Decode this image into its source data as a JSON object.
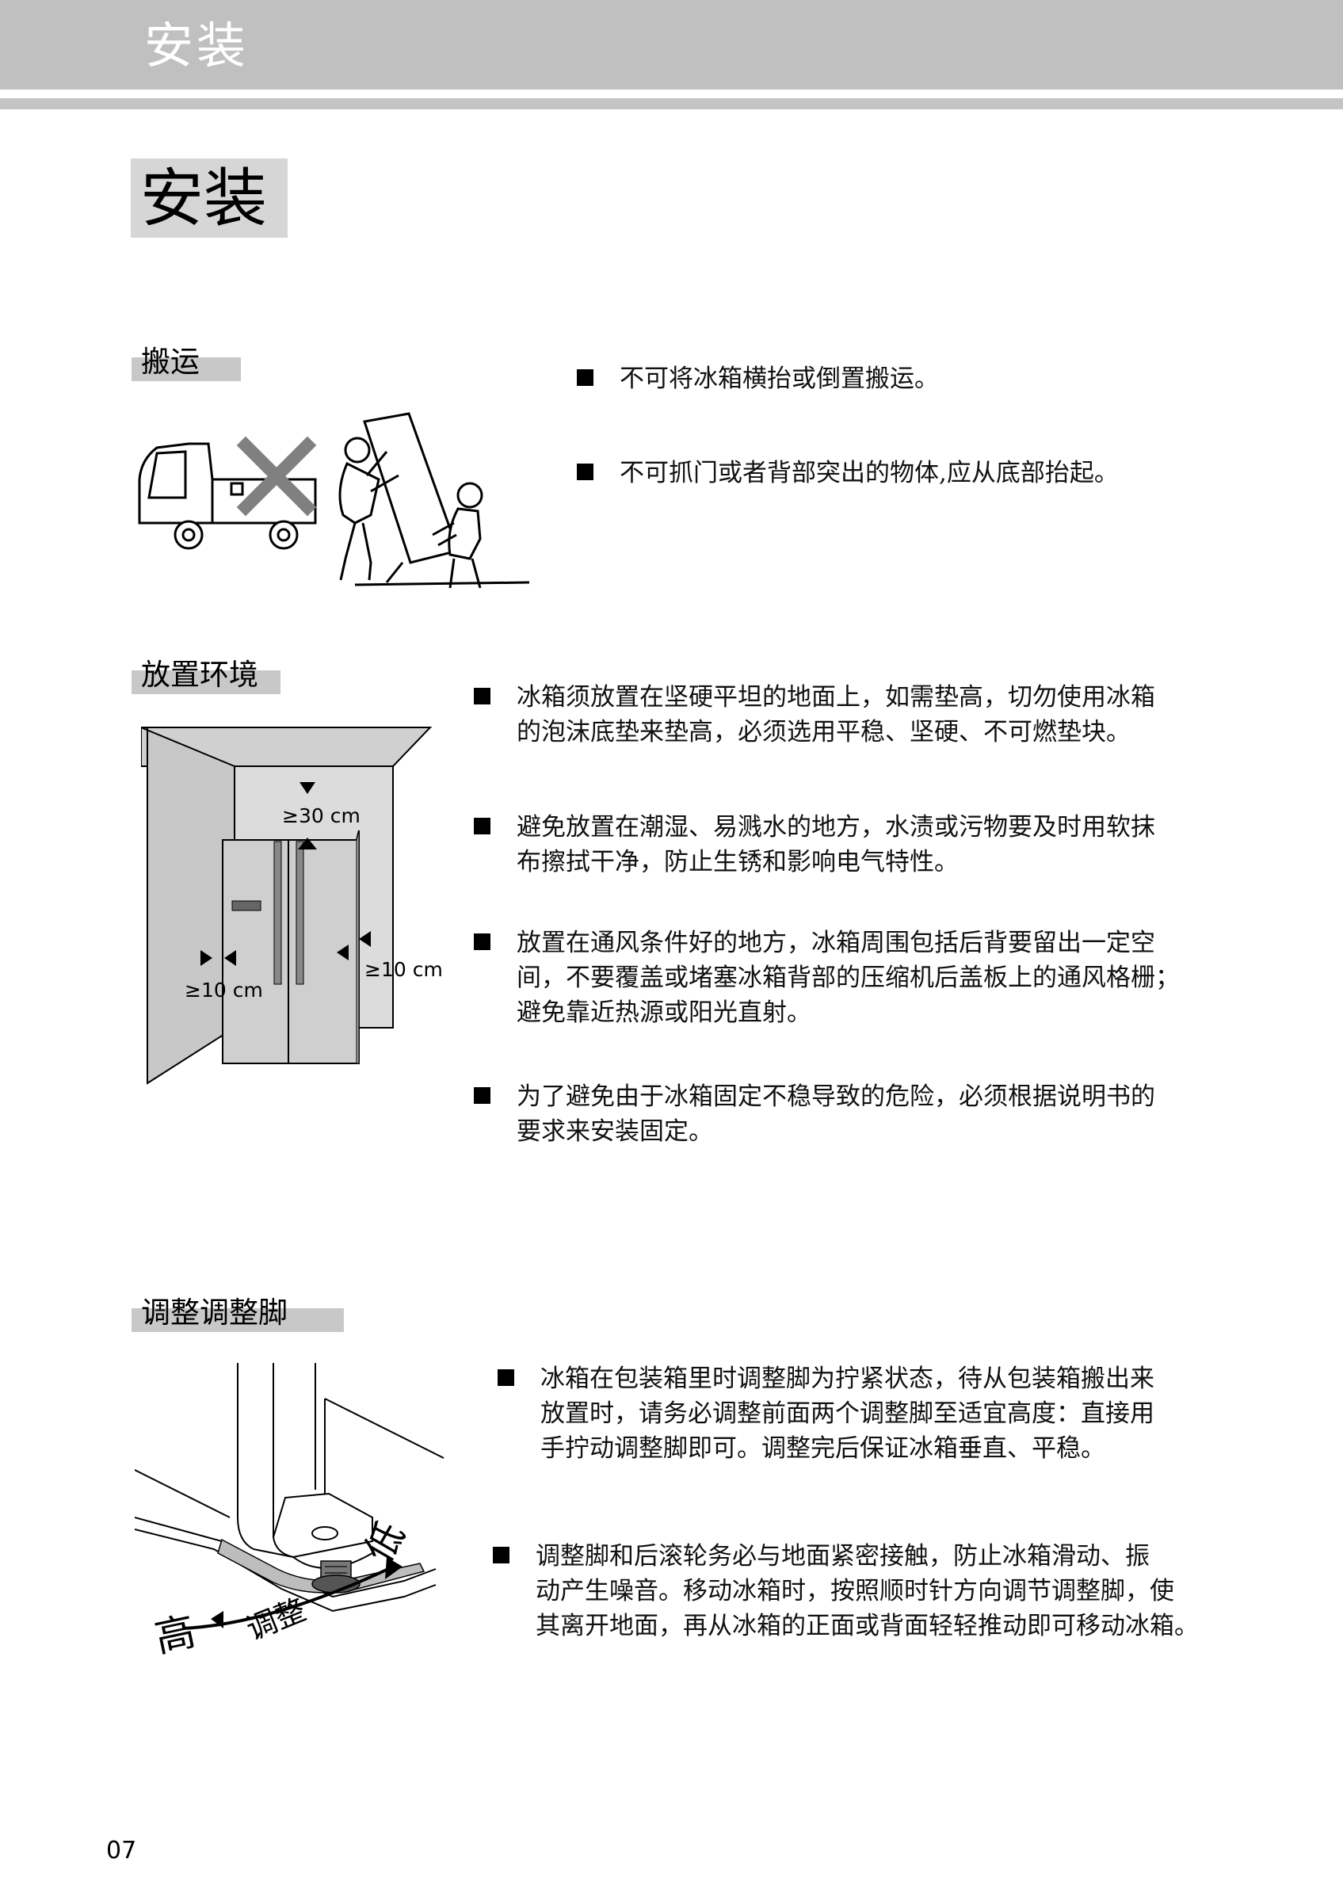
{
  "header": {
    "title": "安装"
  },
  "main_title": "安装",
  "sections": {
    "transport": {
      "heading": "搬运",
      "bullets": [
        {
          "lines": [
            "不可将冰箱横抬或倒置搬运。"
          ]
        },
        {
          "lines": [
            "不可抓门或者背部突出的物体,应从底部抬起。"
          ]
        }
      ]
    },
    "environment": {
      "heading": "放置环境",
      "labels": {
        "top": "≥30 cm",
        "left": "≥10 cm",
        "right": "≥10 cm"
      },
      "bullets": [
        {
          "lines": [
            "冰箱须放置在坚硬平坦的地面上，如需垫高，切勿使用冰箱",
            "的泡沫底垫来垫高，必须选用平稳、坚硬、不可燃垫块。"
          ]
        },
        {
          "lines": [
            "避免放置在潮湿、易溅水的地方，水渍或污物要及时用软抹",
            "布擦拭干净，防止生锈和影响电气特性。"
          ]
        },
        {
          "lines": [
            "放置在通风条件好的地方，冰箱周围包括后背要留出一定空",
            "间，不要覆盖或堵塞冰箱背部的压缩机后盖板上的通风格栅；",
            "避免靠近热源或阳光直射。"
          ]
        },
        {
          "lines": [
            "为了避免由于冰箱固定不稳导致的危险，必须根据说明书的",
            "要求来安装固定。"
          ]
        }
      ]
    },
    "feet": {
      "heading": "调整调整脚",
      "labels": {
        "high": "高",
        "adjust": "调整",
        "low": "低"
      },
      "bullets": [
        {
          "lines": [
            "冰箱在包装箱里时调整脚为拧紧状态，待从包装箱搬出来",
            "放置时，请务必调整前面两个调整脚至适宜高度：直接用",
            "手拧动调整脚即可。调整完后保证冰箱垂直、平稳。"
          ]
        },
        {
          "lines": [
            "调整脚和后滚轮务必与地面紧密接触，防止冰箱滑动、振",
            "动产生噪音。移动冰箱时，按照顺时针方向调节调整脚，使",
            "其离开地面，再从冰箱的正面或背面轻轻推动即可移动冰箱。"
          ]
        }
      ]
    }
  },
  "page_number": "07"
}
